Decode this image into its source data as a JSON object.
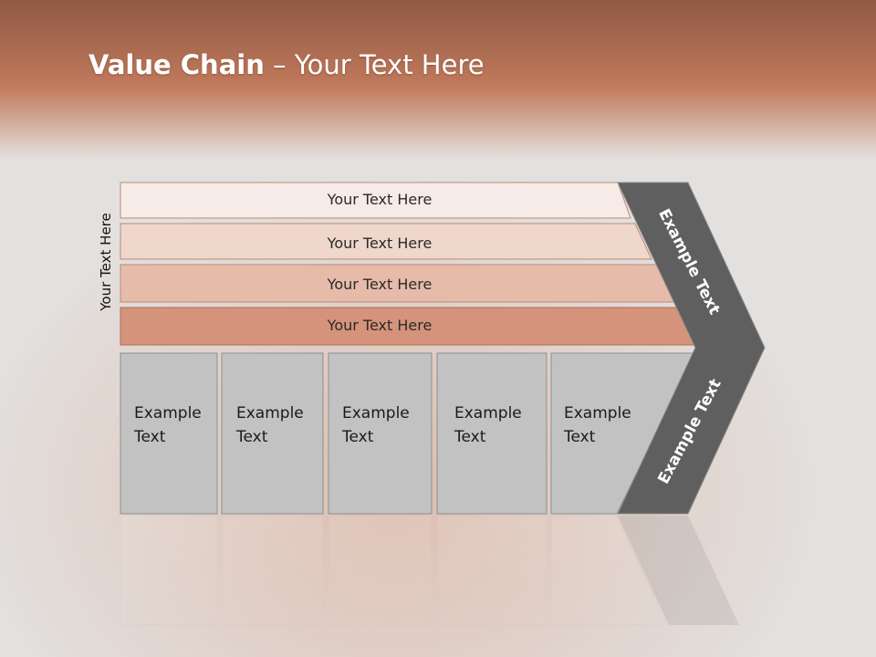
{
  "title": {
    "bold": "Value Chain",
    "rest": " – Your Text Here"
  },
  "side_label": "Your Text Here",
  "bars": [
    {
      "label": "Your Text Here",
      "color": "#f6ebe6"
    },
    {
      "label": "Your Text Here",
      "color": "#efd7cc"
    },
    {
      "label": "Your Text Here",
      "color": "#e6bba9"
    },
    {
      "label": "Your Text Here",
      "color": "#d4937a"
    }
  ],
  "boxes": [
    {
      "line1": "Example",
      "line2": "Text"
    },
    {
      "line1": "Example",
      "line2": "Text"
    },
    {
      "line1": "Example",
      "line2": "Text"
    },
    {
      "line1": "Example",
      "line2": "Text"
    },
    {
      "line1": "Example",
      "line2": "Text"
    }
  ],
  "chevron": {
    "top": "Example Text",
    "bottom": "Example Text",
    "color": "#5f5f5f"
  },
  "box_color": "#c2c2c2",
  "accent": "#c27a5c"
}
